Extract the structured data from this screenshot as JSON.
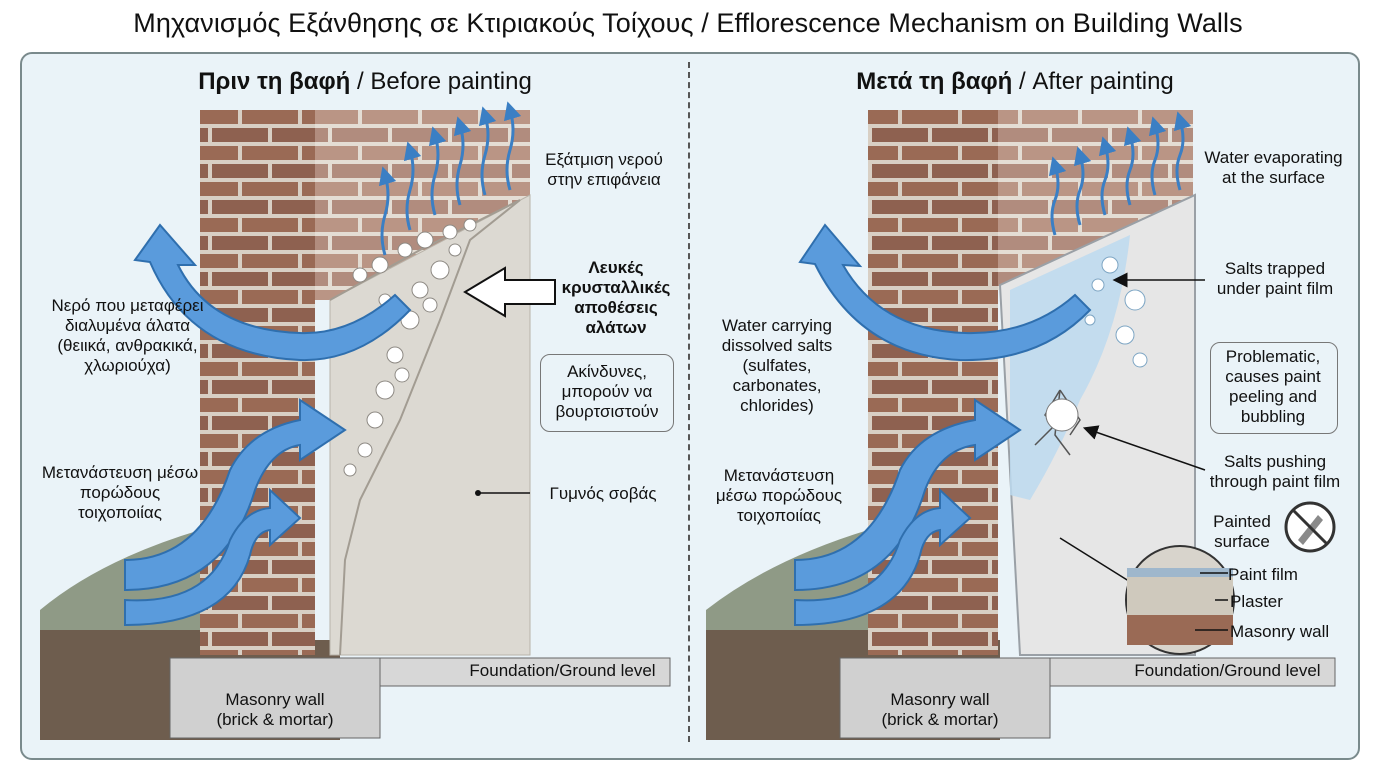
{
  "title": "Μηχανισμός Εξάνθησης σε Κτιριακούς Τοίχους / Efflorescence Mechanism on Building Walls",
  "left_panel": {
    "title_bold": "Πριν τη βαφή",
    "title_rest": " / Before painting",
    "evaporation": "Εξάτμιση νερού στην επιφάνεια",
    "crystals": "Λευκές κρυσταλλικές αποθέσεις αλάτων",
    "harmless": "Ακίνδυνες, μπορούν να βουρτσιστούν",
    "water_salts": "Νερό που μεταφέρει διαλυμένα άλατα (θειικά, ανθρακικά, χλωριούχα)",
    "migration": "Μετανάστευση μέσω πορώδους τοιχοποιίας",
    "bare_plaster": "Γυμνός σοβάς",
    "foundation": "Foundation/Ground level",
    "masonry_line1": "Masonry wall",
    "masonry_line2": "(brick & mortar)"
  },
  "right_panel": {
    "title_bold": "Μετά τη βαφή",
    "title_rest": " / After painting",
    "evaporation": "Water evaporating at the surface",
    "trapped": "Salts trapped under paint film",
    "water_salts": "Water carrying dissolved salts (sulfates, carbonates, chlorides)",
    "problematic": "Problematic, causes paint peeling and bubbling",
    "pushing": "Salts pushing through paint film",
    "migration": "Μετανάστευση μέσω πορώδους τοιχοποιίας",
    "painted_surface": "Painted surface",
    "paint_film": "Paint film",
    "plaster": "Plaster",
    "masonry": "Masonry wall",
    "foundation": "Foundation/Ground level",
    "masonry_line1": "Masonry wall",
    "masonry_line2": "(brick & mortar)"
  },
  "colors": {
    "brick": "#9a6a55",
    "mortar": "#d8cfc4",
    "plaster": "#dcd9d2",
    "water_arrow": "#4a8fd4",
    "sky": "#eaf3f8",
    "soil": "#6e5d4e"
  }
}
